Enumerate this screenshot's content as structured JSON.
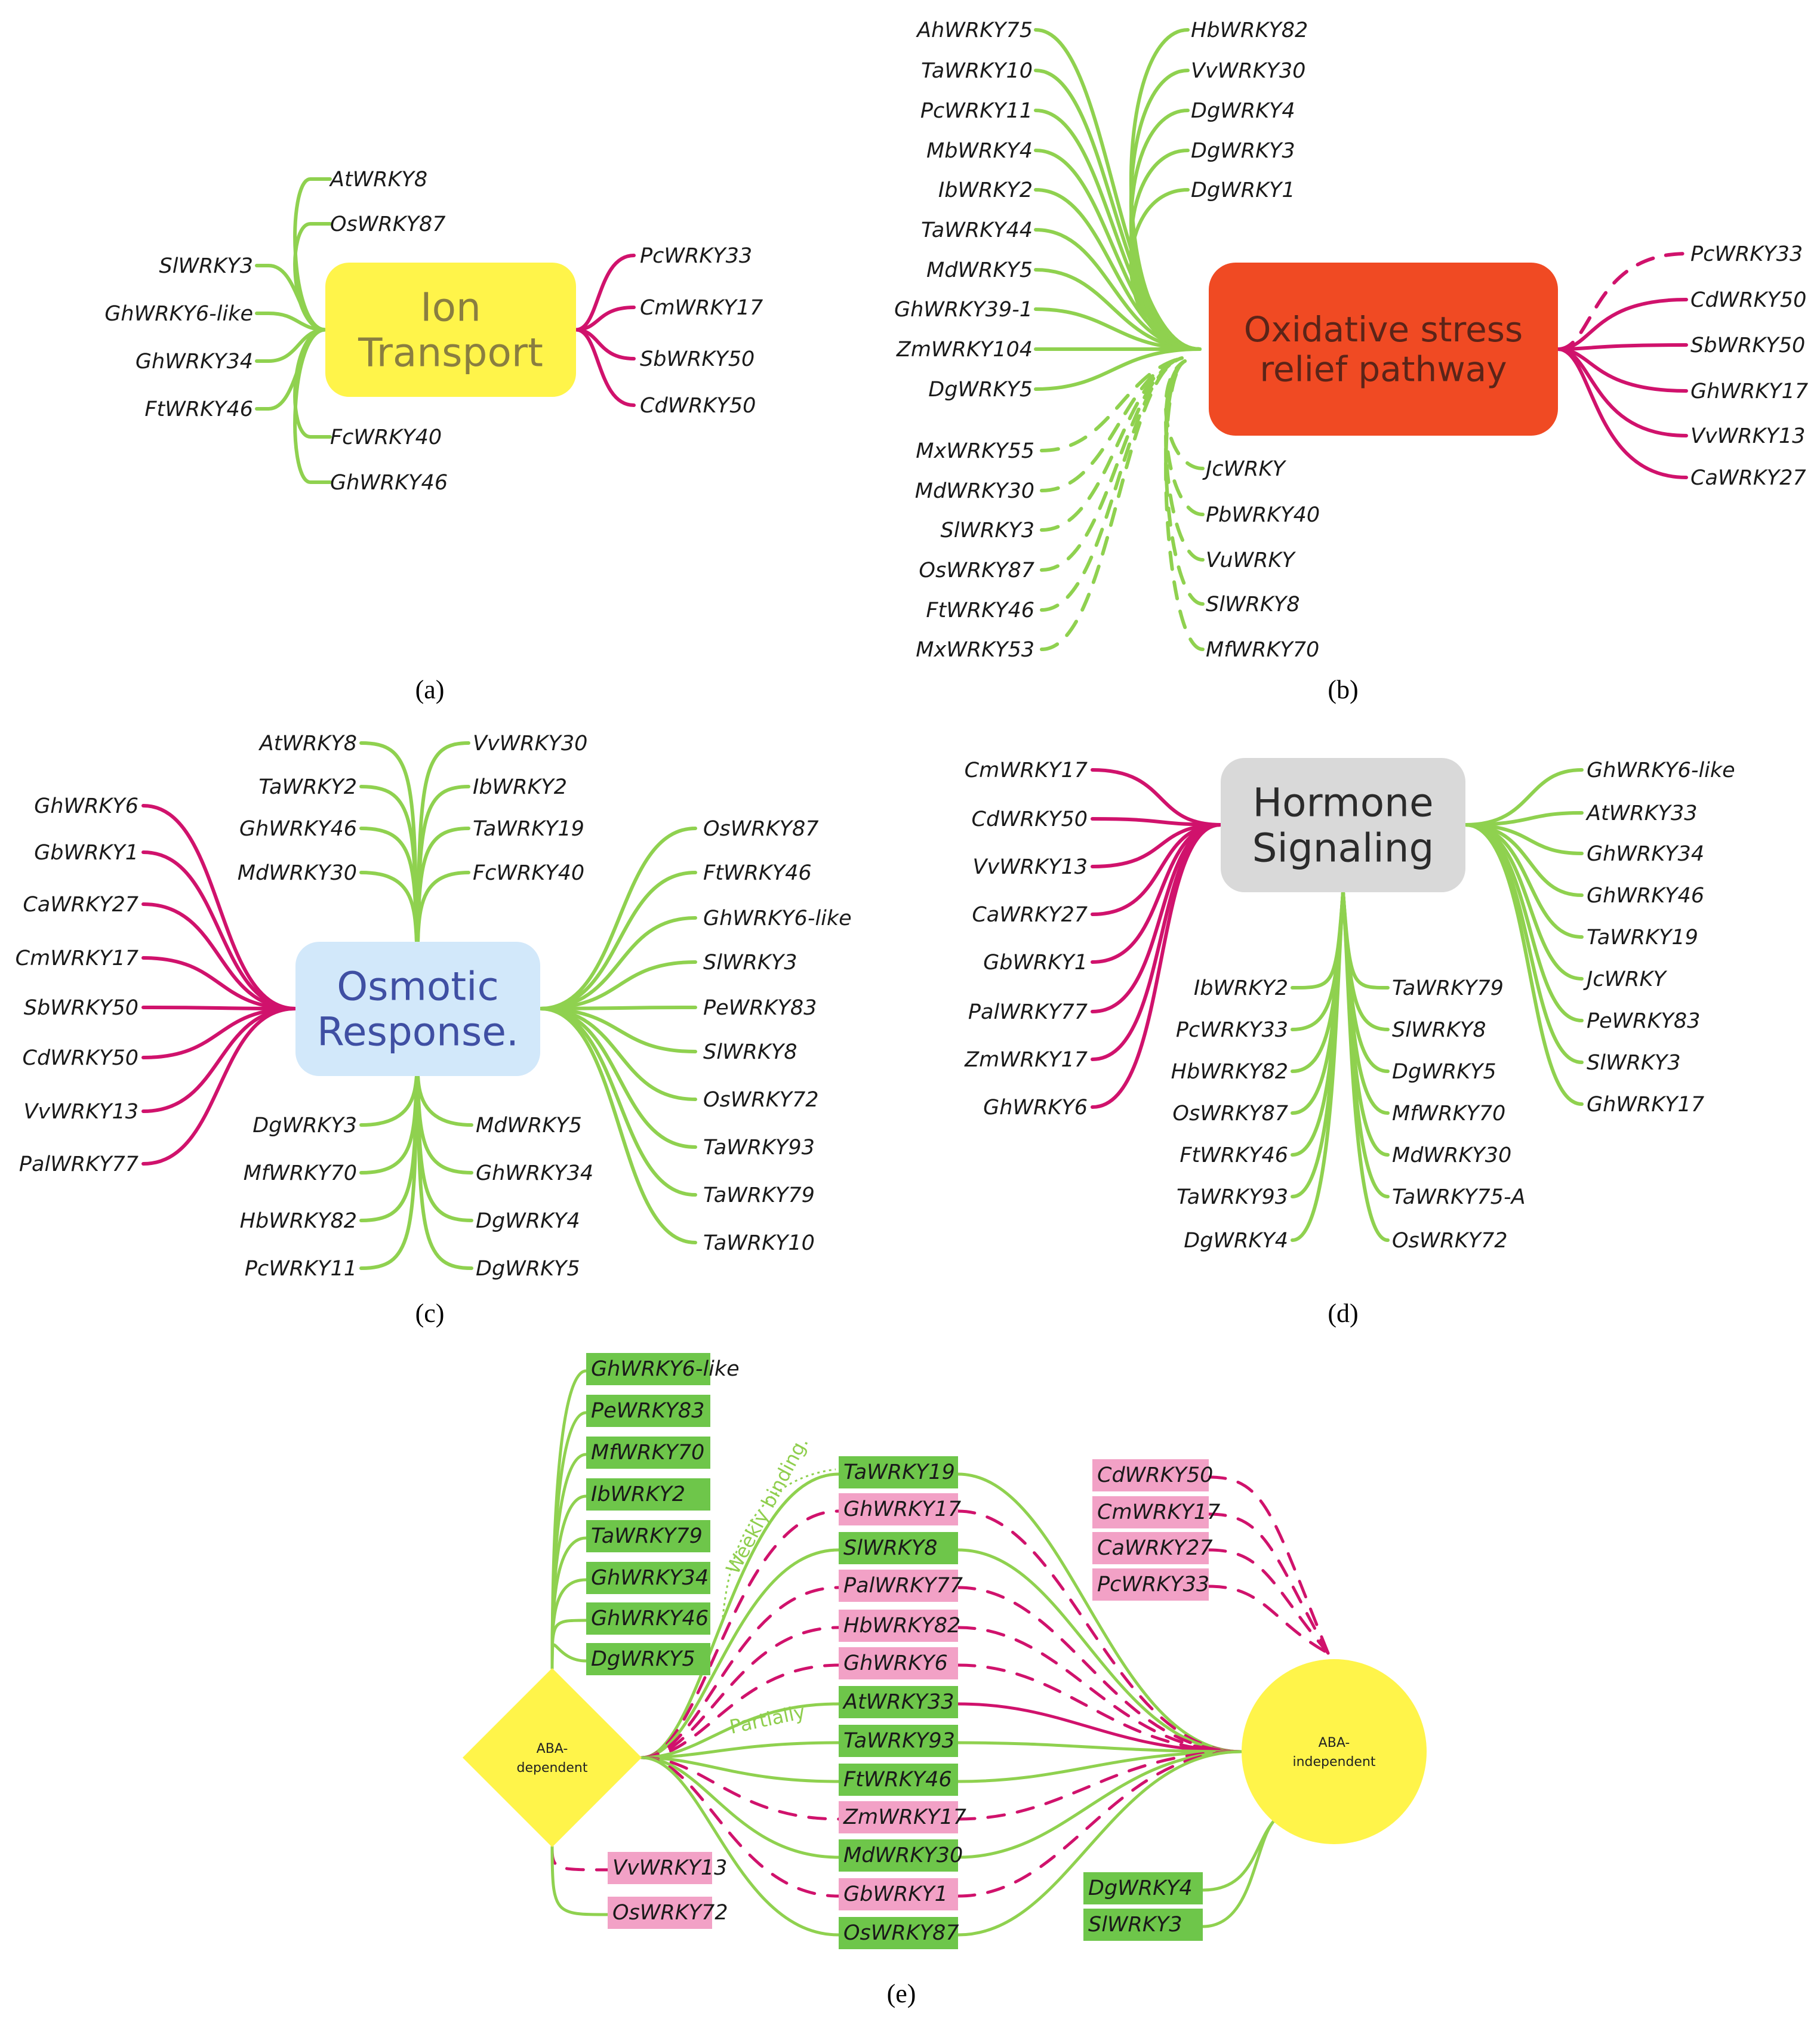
{
  "colors": {
    "green": "#8fd14f",
    "magenta": "#d0126c",
    "green_box": "#6ec64a",
    "pink_box": "#f2a1c6",
    "yellow": "#fff44a",
    "red_hub": "#f04a23",
    "blue_hub": "#d2e8fa",
    "grey_hub": "#d9d9d9"
  },
  "panels": [
    {
      "label": "(a)",
      "hub": [
        "Ion",
        "Transport"
      ],
      "left": [
        "AtWRKY8",
        "OsWRKY87",
        "SlWRKY3",
        "GhWRKY6-like",
        "GhWRKY34",
        "FtWRKY46",
        "FcWRKY40",
        "GhWRKY46"
      ],
      "right": [
        "PcWRKY33",
        "CmWRKY17",
        "SbWRKY50",
        "CdWRKY50"
      ]
    },
    {
      "label": "(b)",
      "hub": [
        "Oxidative stress",
        "relief pathway"
      ],
      "top_left": [
        "AhWRKY75",
        "TaWRKY10",
        "PcWRKY11",
        "MbWRKY4",
        "IbWRKY2",
        "TaWRKY44",
        "MdWRKY5",
        "GhWRKY39-1",
        "ZmWRKY104",
        "DgWRKY5"
      ],
      "top_right": [
        "HbWRKY82",
        "VvWRKY30",
        "DgWRKY4",
        "DgWRKY3",
        "DgWRKY1"
      ],
      "bottom_left": [
        "MxWRKY55",
        "MdWRKY30",
        "SlWRKY3",
        "OsWRKY87",
        "FtWRKY46",
        "MxWRKY53"
      ],
      "bottom_right": [
        "JcWRKY",
        "PbWRKY40",
        "VuWRKY",
        "SlWRKY8",
        "MfWRKY70"
      ],
      "right": [
        "PcWRKY33",
        "CdWRKY50",
        "SbWRKY50",
        "GhWRKY17",
        "VvWRKY13",
        "CaWRKY27"
      ]
    },
    {
      "label": "(c)",
      "hub": [
        "Osmotic",
        "Response."
      ],
      "top_left": [
        "AtWRKY8",
        "TaWRKY2",
        "GhWRKY46",
        "MdWRKY30"
      ],
      "top_right": [
        "VvWRKY30",
        "IbWRKY2",
        "TaWRKY19",
        "FcWRKY40"
      ],
      "left": [
        "GhWRKY6",
        "GbWRKY1",
        "CaWRKY27",
        "CmWRKY17",
        "SbWRKY50",
        "CdWRKY50",
        "VvWRKY13",
        "PalWRKY77"
      ],
      "right": [
        "OsWRKY87",
        "FtWRKY46",
        "GhWRKY6-like",
        "SlWRKY3",
        "PeWRKY83",
        "SlWRKY8",
        "OsWRKY72",
        "TaWRKY93",
        "TaWRKY79",
        "TaWRKY10"
      ],
      "bottom_left": [
        "DgWRKY3",
        "MfWRKY70",
        "HbWRKY82",
        "PcWRKY11"
      ],
      "bottom_right": [
        "MdWRKY5",
        "GhWRKY34",
        "DgWRKY4",
        "DgWRKY5"
      ]
    },
    {
      "label": "(d)",
      "hub": [
        "Hormone",
        "Signaling"
      ],
      "left": [
        "CmWRKY17",
        "CdWRKY50",
        "VvWRKY13",
        "CaWRKY27",
        "GbWRKY1",
        "PalWRKY77",
        "ZmWRKY17",
        "GhWRKY6"
      ],
      "right": [
        "GhWRKY6-like",
        "AtWRKY33",
        "GhWRKY34",
        "GhWRKY46",
        "TaWRKY19",
        "JcWRKY",
        "PeWRKY83",
        "SlWRKY3",
        "GhWRKY17"
      ],
      "bottom_left": [
        "IbWRKY2",
        "PcWRKY33",
        "HbWRKY82",
        "OsWRKY87",
        "FtWRKY46",
        "TaWRKY93",
        "DgWRKY4"
      ],
      "bottom_right": [
        "TaWRKY79",
        "SlWRKY8",
        "DgWRKY5",
        "MfWRKY70",
        "MdWRKY30",
        "TaWRKY75-A",
        "OsWRKY72"
      ]
    },
    {
      "label": "(e)",
      "hub_left": [
        "ABA-",
        "dependent"
      ],
      "hub_right": [
        "ABA-",
        "independent"
      ],
      "left_top": [
        [
          "GhWRKY6-like",
          "g"
        ],
        [
          "PeWRKY83",
          "g"
        ],
        [
          "MfWRKY70",
          "g"
        ],
        [
          "IbWRKY2",
          "g"
        ],
        [
          "TaWRKY79",
          "g"
        ],
        [
          "GhWRKY34",
          "g"
        ],
        [
          "GhWRKY46",
          "g"
        ],
        [
          "DgWRKY5",
          "g"
        ]
      ],
      "left_bottom": [
        [
          "VvWRKY13",
          "p"
        ],
        [
          "OsWRKY72",
          "p"
        ]
      ],
      "middle": [
        [
          "TaWRKY19",
          "g"
        ],
        [
          "GhWRKY17",
          "p"
        ],
        [
          "SlWRKY8",
          "g"
        ],
        [
          "PalWRKY77",
          "p"
        ],
        [
          "HbWRKY82",
          "p"
        ],
        [
          "GhWRKY6",
          "p"
        ],
        [
          "AtWRKY33",
          "g"
        ],
        [
          "TaWRKY93",
          "g"
        ],
        [
          "FtWRKY46",
          "g"
        ],
        [
          "ZmWRKY17",
          "p"
        ],
        [
          "MdWRKY30",
          "g"
        ],
        [
          "GbWRKY1",
          "p"
        ],
        [
          "OsWRKY87",
          "g"
        ]
      ],
      "right_top": [
        [
          "CdWRKY50",
          "p"
        ],
        [
          "CmWRKY17",
          "p"
        ],
        [
          "CaWRKY27",
          "p"
        ],
        [
          "PcWRKY33",
          "p"
        ]
      ],
      "right_bottom": [
        [
          "DgWRKY4",
          "g"
        ],
        [
          "SlWRKY3",
          "g"
        ]
      ],
      "notes": [
        "Weekly binding.",
        "Partially"
      ]
    }
  ]
}
